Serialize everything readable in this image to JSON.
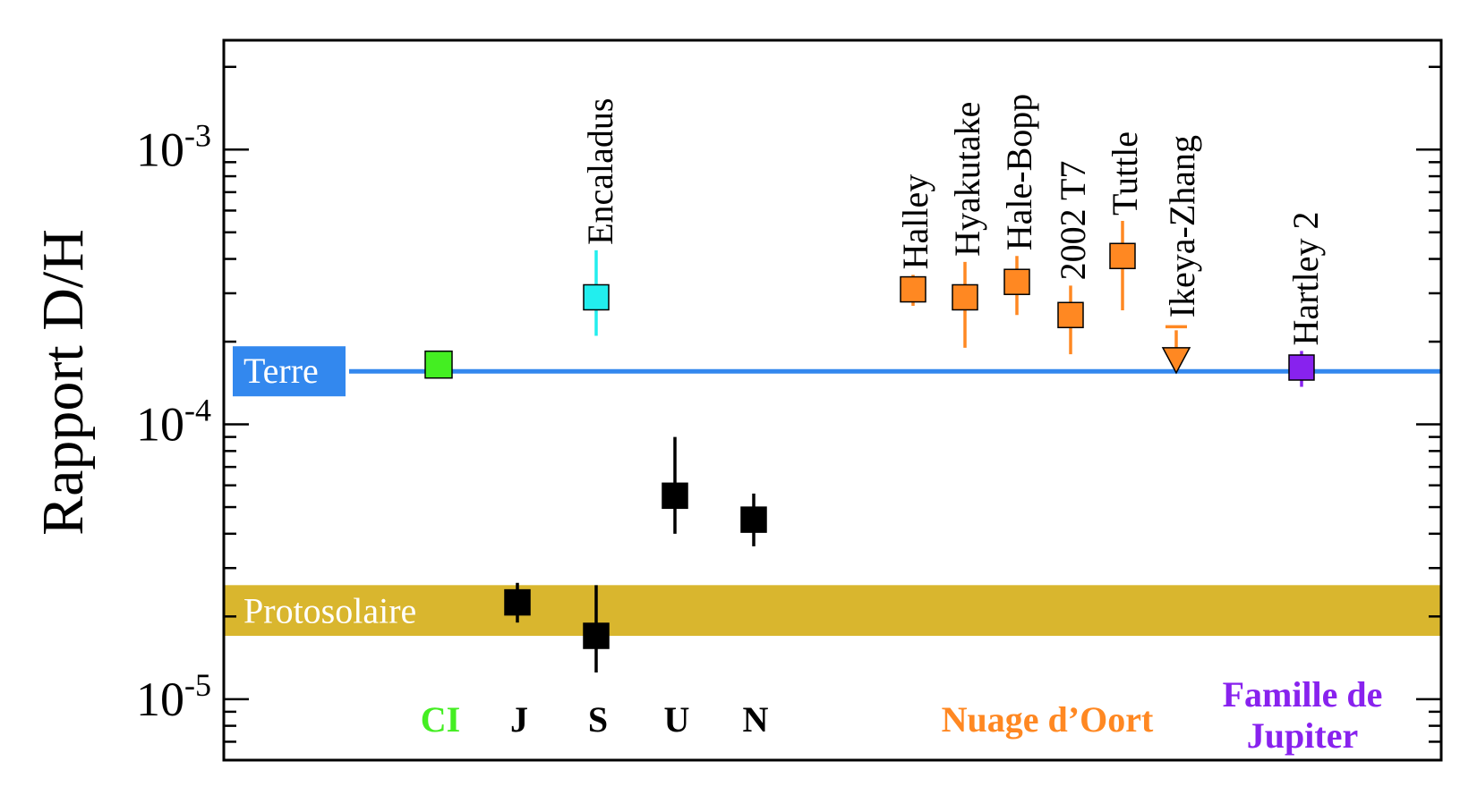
{
  "chart_data": {
    "type": "scatter",
    "title": "",
    "ylabel": "Rapport D/H",
    "xlabel": "",
    "y_scale": "log",
    "ylim": [
      6e-06,
      0.0025
    ],
    "y_ticks": [
      {
        "value": 1e-05,
        "base": "10",
        "exp": "-5"
      },
      {
        "value": 0.0001,
        "base": "10",
        "exp": "-4"
      },
      {
        "value": 0.001,
        "base": "10",
        "exp": "-3"
      }
    ],
    "grid": false,
    "bands": [
      {
        "name": "Terre",
        "value": 0.000156,
        "color": "#3388ee"
      },
      {
        "name": "Protosolaire",
        "low": 1.7e-05,
        "high": 2.6e-05,
        "color": "#d9b62e"
      }
    ],
    "groups": [
      {
        "label": "CI",
        "color": "#44ee22"
      },
      {
        "label": "J",
        "color": "#000000"
      },
      {
        "label": "S",
        "color": "#000000"
      },
      {
        "label": "U",
        "color": "#000000"
      },
      {
        "label": "N",
        "color": "#000000"
      },
      {
        "label": "Nuage d’Oort",
        "color": "#ff8822"
      },
      {
        "label": "Famille de",
        "label2": "Jupiter",
        "color": "#8822ee"
      }
    ],
    "points": [
      {
        "name": "",
        "group": "CI",
        "y": 0.000165,
        "err_low": 0.000165,
        "err_high": 0.000165,
        "color": "#44ee22",
        "marker": "square"
      },
      {
        "name": "",
        "group": "J",
        "y": 2.25e-05,
        "err_low": 1.9e-05,
        "err_high": 2.65e-05,
        "color": "#000000",
        "marker": "square"
      },
      {
        "name": "",
        "group": "S",
        "y": 1.7e-05,
        "err_low": 1.25e-05,
        "err_high": 2.6e-05,
        "color": "#000000",
        "marker": "square"
      },
      {
        "name": "Encaladus",
        "group": "S",
        "y": 0.00029,
        "err_low": 0.00021,
        "err_high": 0.00043,
        "color": "#22eeee",
        "marker": "square"
      },
      {
        "name": "",
        "group": "U",
        "y": 5.5e-05,
        "err_low": 4e-05,
        "err_high": 9e-05,
        "color": "#000000",
        "marker": "square"
      },
      {
        "name": "",
        "group": "N",
        "y": 4.5e-05,
        "err_low": 3.6e-05,
        "err_high": 5.6e-05,
        "color": "#000000",
        "marker": "square"
      },
      {
        "name": "Halley",
        "group": "Nuage d’Oort",
        "y": 0.00031,
        "err_low": 0.00027,
        "err_high": 0.00035,
        "color": "#ff8822",
        "marker": "square"
      },
      {
        "name": "Hyakutake",
        "group": "Nuage d’Oort",
        "y": 0.00029,
        "err_low": 0.00019,
        "err_high": 0.00039,
        "color": "#ff8822",
        "marker": "square"
      },
      {
        "name": "Hale-Bopp",
        "group": "Nuage d’Oort",
        "y": 0.00033,
        "err_low": 0.00025,
        "err_high": 0.00041,
        "color": "#ff8822",
        "marker": "square"
      },
      {
        "name": "2002 T7",
        "group": "Nuage d’Oort",
        "y": 0.00025,
        "err_low": 0.00018,
        "err_high": 0.00032,
        "color": "#ff8822",
        "marker": "square"
      },
      {
        "name": "Tuttle",
        "group": "Nuage d’Oort",
        "y": 0.00041,
        "err_low": 0.00026,
        "err_high": 0.00055,
        "color": "#ff8822",
        "marker": "square"
      },
      {
        "name": "Ikeya-Zhang",
        "group": "Nuage d’Oort",
        "y": 0.00022,
        "err_low": 0.00019,
        "err_high": 0.00022,
        "color": "#ff8822",
        "marker": "triangle-down"
      },
      {
        "name": "Hartley 2",
        "group": "Famille de Jupiter",
        "y": 0.000161,
        "err_low": 0.000137,
        "err_high": 0.000185,
        "color": "#8822ee",
        "marker": "square"
      }
    ]
  }
}
